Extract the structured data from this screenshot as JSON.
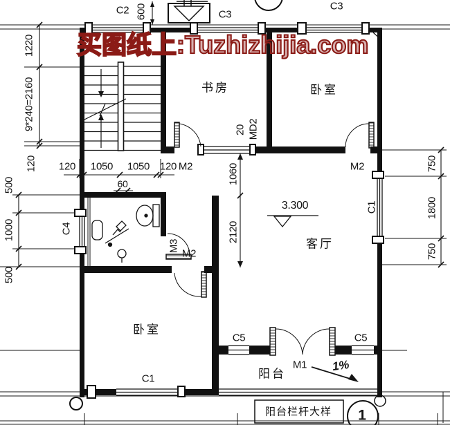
{
  "watermark": {
    "text": "买图纸上:Tuzhizhijia.com",
    "color": "#8b1b16"
  },
  "rooms": {
    "study": "书房",
    "bedroom_top": "卧室",
    "living_room": "客厅",
    "bedroom_bottom": "卧室",
    "balcony": "阳台"
  },
  "openings": {
    "c2": "C2",
    "c3_left": "C3",
    "c3_right": "C3",
    "c1_right": "C1",
    "c1_bottom": "C1",
    "c4": "C4",
    "c5_left": "C5",
    "c5_right": "C5",
    "m1": "M1",
    "m2_study": "M2",
    "m2_bedroom_top": "M2",
    "m2_bedroom_bottom": "M2",
    "m3": "M3",
    "md2": "MD2"
  },
  "dimensions": {
    "top_600": "600",
    "left_1220": "1220",
    "left_9x240": "9*240=2160",
    "left_120": "120",
    "chain_120_a": "120",
    "chain_1050_a": "1050",
    "chain_1050_b": "1050",
    "chain_120_b": "120",
    "chain_60": "60",
    "left_500_a": "500",
    "left_1000": "1000",
    "left_500_b": "500",
    "md2_20": "20",
    "mid_1060": "1060",
    "mid_2120": "2120",
    "right_750_a": "750",
    "right_1800": "1800",
    "right_750_b": "750"
  },
  "annotations": {
    "floor_level": "3.300",
    "slope": "1%",
    "callout_title": "阳台栏杆大样",
    "callout_number": "1"
  }
}
